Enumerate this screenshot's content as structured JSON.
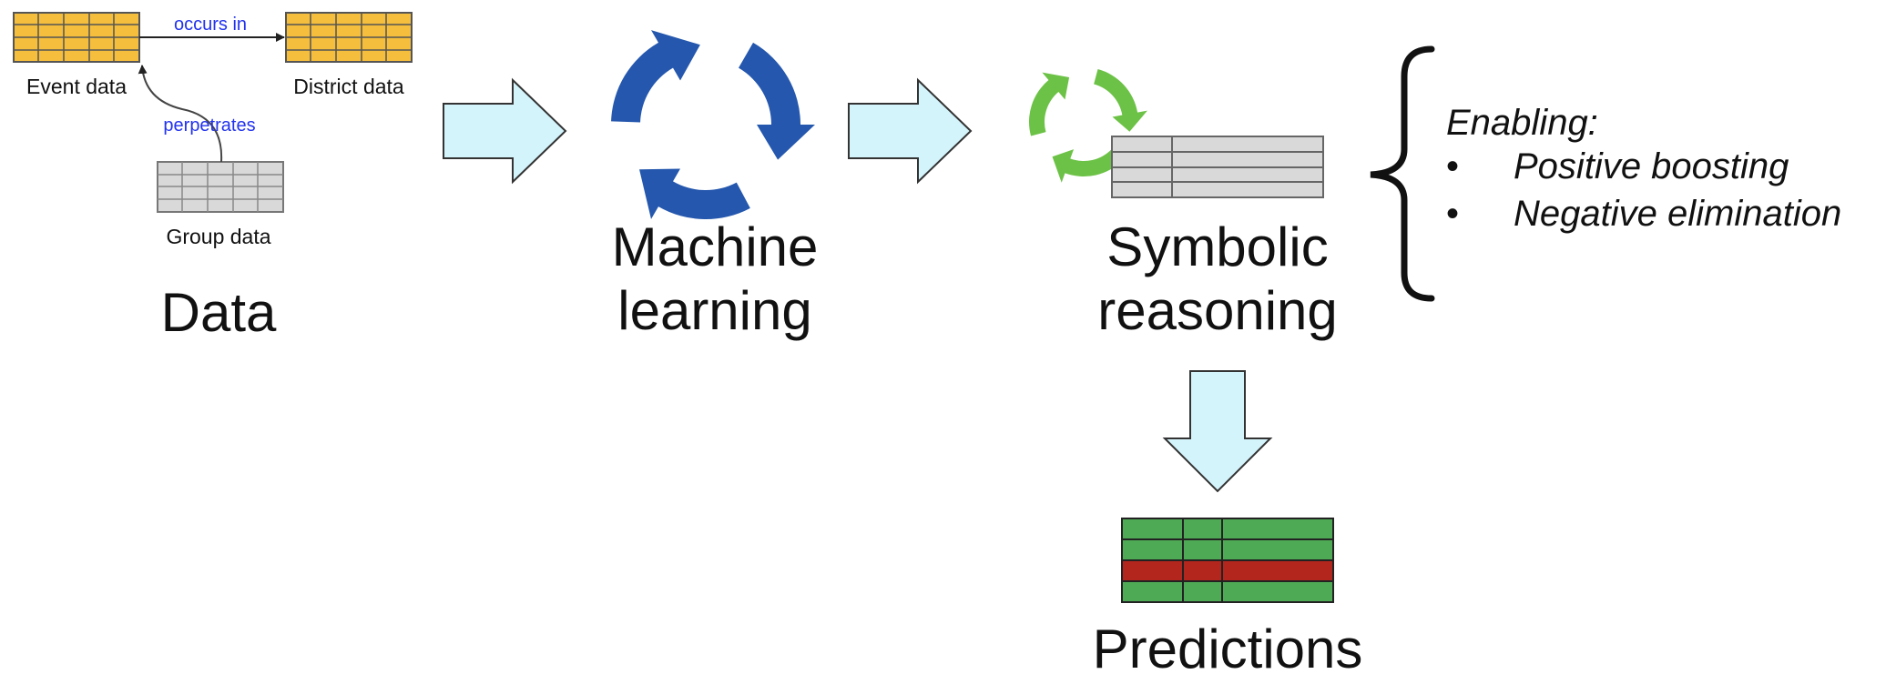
{
  "colors": {
    "event_table": "#f5be3c",
    "district_table": "#f5be3c",
    "group_table": "#d9d9d9",
    "relation_text": "#2233ee",
    "flow_arrow_fill": "#d4f4fc",
    "ml_cycle": "#2457ad",
    "symbolic_cycle": "#6cc246",
    "prediction_green": "#4faa55",
    "prediction_red": "#b3261e"
  },
  "data_block": {
    "event_table_label": "Event data",
    "district_table_label": "District data",
    "group_table_label": "Group data",
    "relation_occurs_in": "occurs in",
    "relation_perpetrates": "perpetrates",
    "title": "Data"
  },
  "ml_block": {
    "title_line1": "Machine",
    "title_line2": "learning",
    "icon": "recycle-cycle-icon"
  },
  "symbolic_block": {
    "title_line1": "Symbolic",
    "title_line2": "reasoning",
    "icon": "recycle-cycle-icon"
  },
  "enabling": {
    "heading": "Enabling:",
    "items": [
      "Positive boosting",
      "Negative elimination"
    ],
    "bullet": "•"
  },
  "predictions": {
    "title": "Predictions",
    "rows": [
      "green",
      "green",
      "red",
      "green"
    ]
  }
}
